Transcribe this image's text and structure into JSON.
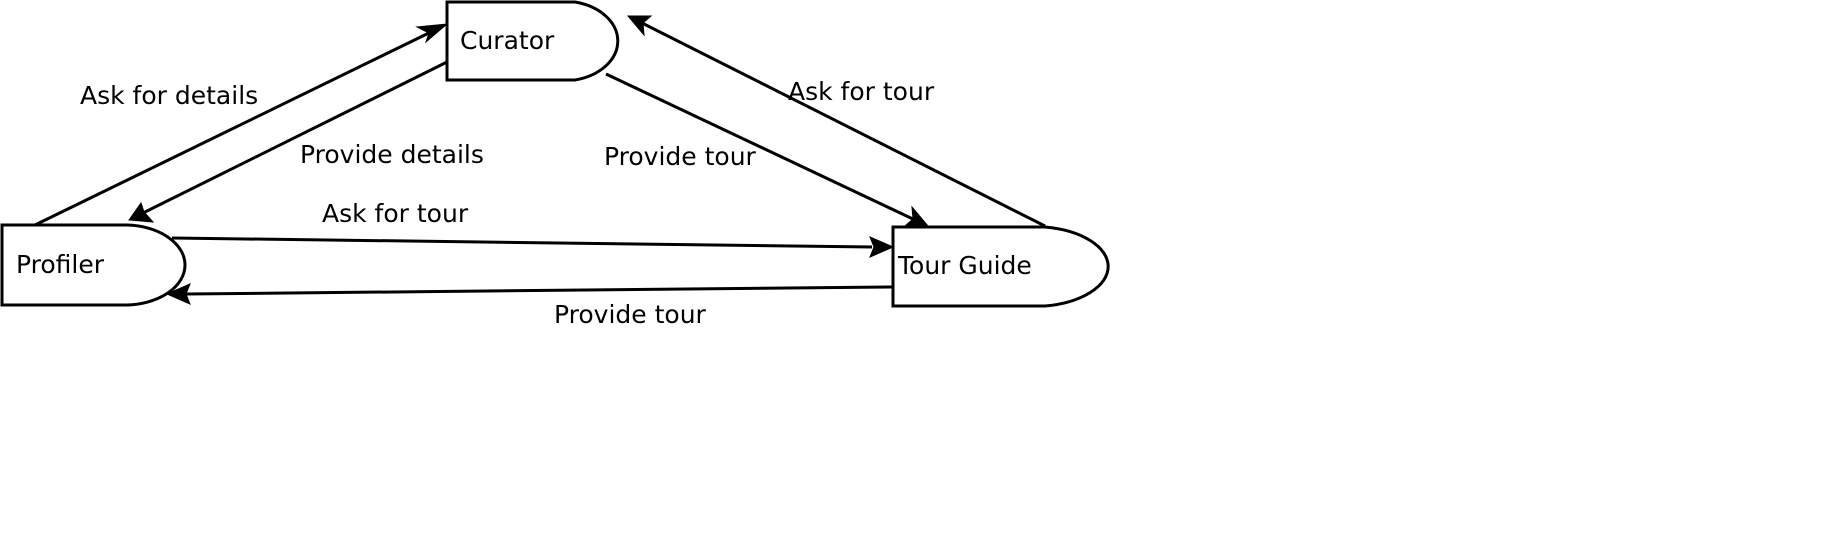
{
  "nodes": {
    "curator": {
      "label": "Curator"
    },
    "profiler": {
      "label": "Profiler"
    },
    "tour_guide": {
      "label": "Tour Guide"
    }
  },
  "edges": {
    "profiler_to_curator": {
      "from": "Profiler",
      "to": "Curator",
      "label": "Ask for details"
    },
    "curator_to_profiler": {
      "from": "Curator",
      "to": "Profiler",
      "label": "Provide details"
    },
    "curator_to_tour_guide": {
      "from": "Curator",
      "to": "Tour Guide",
      "label": "Provide tour"
    },
    "tour_guide_to_curator": {
      "from": "Tour Guide",
      "to": "Curator",
      "label": "Ask for tour"
    },
    "profiler_to_tour_guide": {
      "from": "Profiler",
      "to": "Tour Guide",
      "label": "Ask for tour"
    },
    "tour_guide_to_profiler": {
      "from": "Tour Guide",
      "to": "Profiler",
      "label": "Provide tour"
    }
  },
  "colors": {
    "stroke": "#000000",
    "background": "#ffffff"
  }
}
